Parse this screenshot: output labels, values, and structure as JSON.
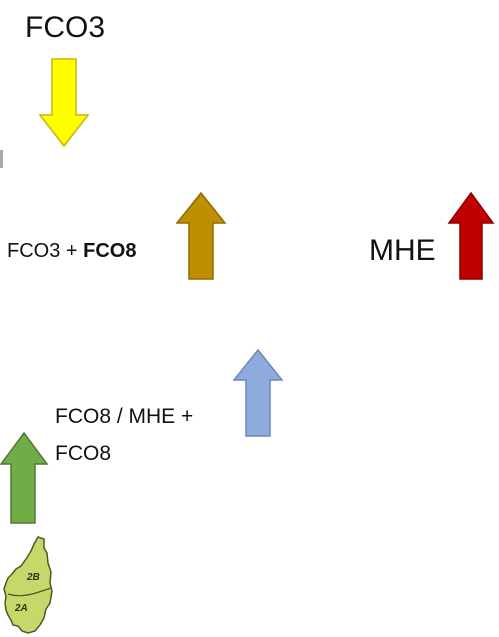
{
  "labels": {
    "fco3_top": "FCO3",
    "fco3_plus": "FCO3 + ",
    "fco8_bold": "FCO8",
    "mhe": "MHE",
    "mixed_line1": "FCO8  / MHE +",
    "mixed_line2": "FCO8"
  },
  "map_labels": {
    "north": "2B",
    "south": "2A"
  },
  "colors": {
    "yellow_arrow": "#ffff00",
    "gold_arrow": "#bf8f00",
    "red_arrow": "#c00000",
    "blue_arrow": "#8faadc",
    "green_arrow": "#70ad47",
    "map_fill": "#c5d96b",
    "map_edge": "#4b5a20",
    "text": "#111111"
  }
}
